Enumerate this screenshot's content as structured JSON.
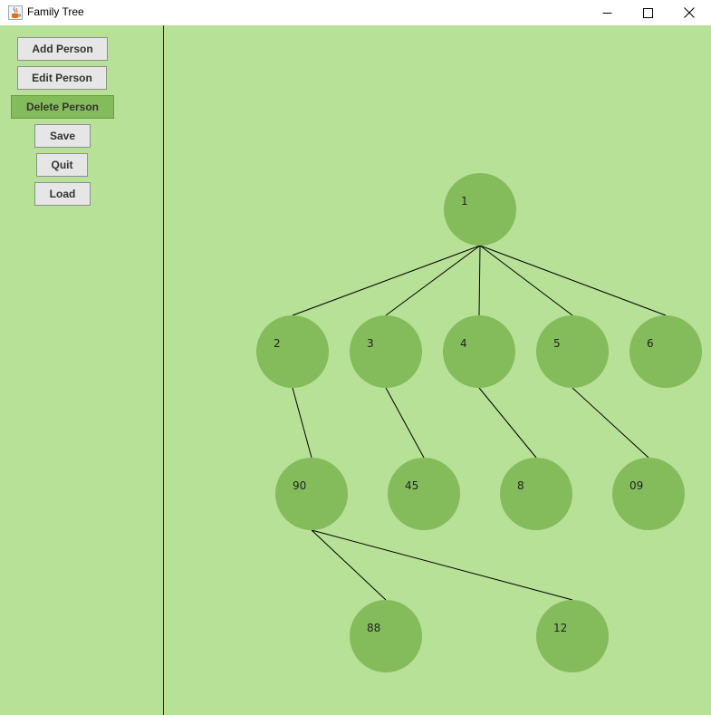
{
  "window": {
    "title": "Family Tree",
    "controls": {
      "minimize": "minimize-icon",
      "maximize": "maximize-icon",
      "close": "close-icon"
    }
  },
  "sidebar": {
    "buttons": {
      "add": "Add Person",
      "edit": "Edit Person",
      "delete": "Delete Person",
      "save": "Save",
      "quit": "Quit",
      "load": "Load"
    },
    "active_button": "delete"
  },
  "tree": {
    "nodes": [
      {
        "id": "n1",
        "label": "1"
      },
      {
        "id": "n2",
        "label": "2"
      },
      {
        "id": "n3",
        "label": "3"
      },
      {
        "id": "n4",
        "label": "4"
      },
      {
        "id": "n5",
        "label": "5"
      },
      {
        "id": "n6",
        "label": "6"
      },
      {
        "id": "n90",
        "label": "90"
      },
      {
        "id": "n45",
        "label": "45"
      },
      {
        "id": "n8",
        "label": "8"
      },
      {
        "id": "n09",
        "label": "09"
      },
      {
        "id": "n88",
        "label": "88"
      },
      {
        "id": "n12",
        "label": "12"
      }
    ],
    "edges": [
      [
        "n1",
        "n2"
      ],
      [
        "n1",
        "n3"
      ],
      [
        "n1",
        "n4"
      ],
      [
        "n1",
        "n5"
      ],
      [
        "n1",
        "n6"
      ],
      [
        "n2",
        "n90"
      ],
      [
        "n3",
        "n45"
      ],
      [
        "n4",
        "n8"
      ],
      [
        "n5",
        "n09"
      ],
      [
        "n90",
        "n88"
      ],
      [
        "n90",
        "n12"
      ]
    ]
  },
  "colors": {
    "background": "#b7e196",
    "node_fill": "#84bc5c",
    "edge": "#000000",
    "button_face": "#e6e6e6",
    "active_button": "#84bc5c"
  }
}
